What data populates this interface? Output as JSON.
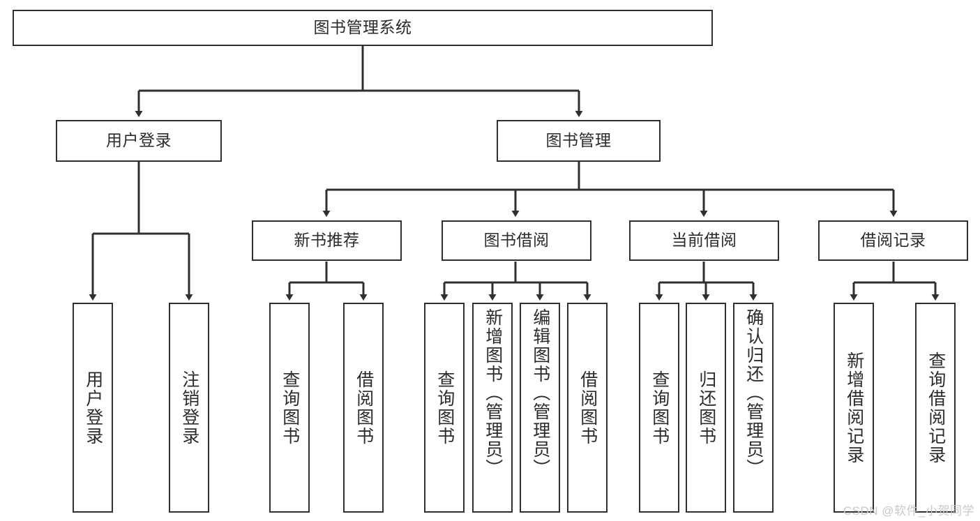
{
  "diagram": {
    "title": "图书管理系统",
    "watermark": "CSDN @软件_小贺同学",
    "colors": {
      "stroke": "#2f2f2f",
      "text": "#2b2b2b",
      "background": "#ffffff",
      "watermark": "#c9c9c9"
    },
    "root": {
      "label": "图书管理系统"
    },
    "level2": [
      {
        "label": "用户登录"
      },
      {
        "label": "图书管理"
      }
    ],
    "level3": [
      {
        "label": "新书推荐"
      },
      {
        "label": "图书借阅"
      },
      {
        "label": "当前借阅"
      },
      {
        "label": "借阅记录"
      }
    ],
    "leaves": {
      "user_login": [
        {
          "label": "用户登录"
        },
        {
          "label": "注销登录"
        }
      ],
      "new_book": [
        {
          "label": "查询图书"
        },
        {
          "label": "借阅图书"
        }
      ],
      "book_borrow": [
        {
          "label": "查询图书"
        },
        {
          "label": "新增图书（管理员）"
        },
        {
          "label": "编辑图书（管理员）"
        },
        {
          "label": "借阅图书"
        }
      ],
      "current_borrow": [
        {
          "label": "查询图书"
        },
        {
          "label": "归还图书"
        },
        {
          "label": "确认归还（管理员）"
        }
      ],
      "borrow_record": [
        {
          "label": "新增借阅记录"
        },
        {
          "label": "查询借阅记录"
        }
      ]
    }
  }
}
